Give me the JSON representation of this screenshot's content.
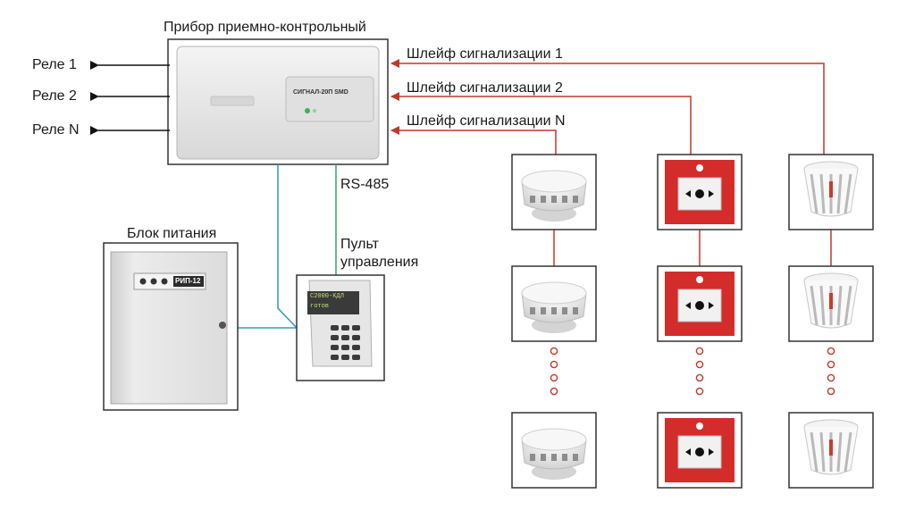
{
  "panel": {
    "title": "Прибор приемно-контрольный",
    "brand": "СИГНАЛ-20П SMD",
    "colors": {
      "body": "#e9e9e9",
      "frame": "#333333",
      "led": "#3cb44b"
    }
  },
  "relays": [
    "Реле 1",
    "Реле 2",
    "Реле N"
  ],
  "loops": [
    "Шлейф сигнализации 1",
    "Шлейф сигнализации 2",
    "Шлейф сигнализации N"
  ],
  "bus": {
    "label": "RS-485",
    "color": "#3cae73"
  },
  "power_supply": {
    "title": "Блок питания",
    "badge": "РИП-12"
  },
  "keypad": {
    "title_line1": "Пульт",
    "title_line2": "управления",
    "lcd_line1": "С2000-КДЛ",
    "lcd_line2": "готов"
  },
  "devices": {
    "columns": [
      {
        "type": "smoke-detector",
        "icon": "smoke-detector-icon"
      },
      {
        "type": "manual-call-point",
        "icon": "manual-call-point-icon"
      },
      {
        "type": "heat-detector",
        "icon": "heat-detector-icon"
      }
    ]
  },
  "colors": {
    "loop_line": "#c0392b",
    "power_line": "#3b9ac4",
    "arrow": "#111111",
    "call_point_red": "#d42b2b"
  }
}
